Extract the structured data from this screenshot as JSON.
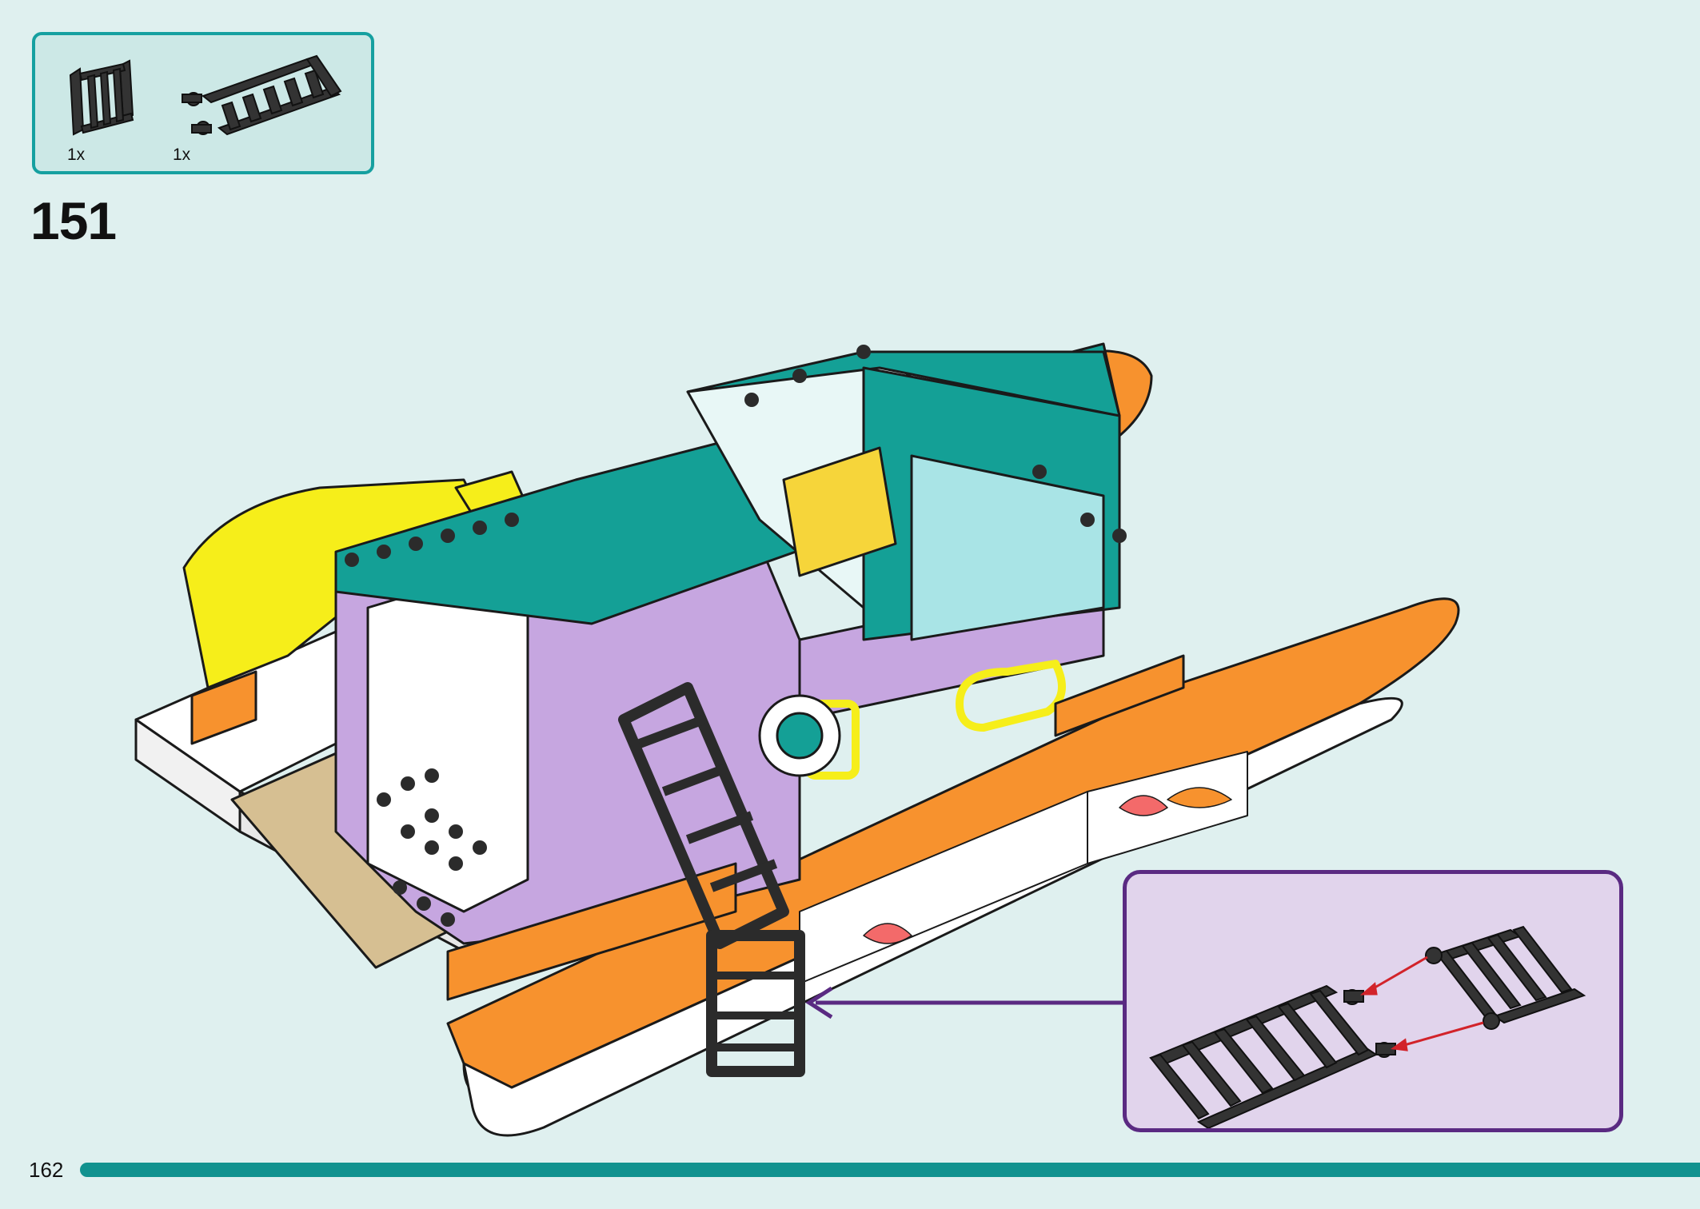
{
  "parts_list": {
    "items": [
      {
        "icon": "short-ladder-piece",
        "quantity": "1x"
      },
      {
        "icon": "long-ladder-piece",
        "quantity": "1x"
      }
    ]
  },
  "step": {
    "number": "151"
  },
  "page": {
    "number": "162"
  },
  "colors": {
    "background": "#dff0ef",
    "parts_box_border": "#16a0a0",
    "callout_border": "#5a2a82",
    "callout_fill": "#e1d4ec",
    "bottom_bar": "#11928f",
    "hull_orange": "#f7922e",
    "cabin_teal": "#14a096",
    "cabin_lavender": "#c6a6e0",
    "slide_yellow": "#f6ee1a",
    "ladder_black": "#2b2b2b",
    "arrow_red": "#d2232a"
  }
}
